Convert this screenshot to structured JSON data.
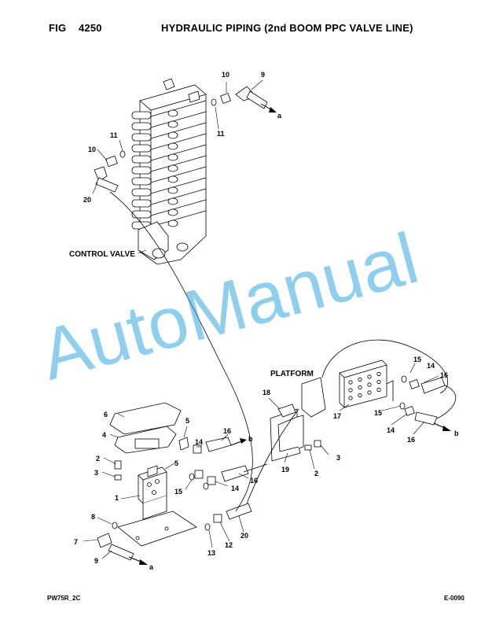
{
  "header": {
    "fig_label": "FIG",
    "fig_number": "4250",
    "title": "HYDRAULIC PIPING (2nd BOOM PPC VALVE LINE)"
  },
  "labels": {
    "control_valve": "CONTROL VALVE",
    "platform": "PLATFORM"
  },
  "watermark": "AutoManual",
  "part_numbers": {
    "p10_top": "10",
    "p9_top": "9",
    "a_top": "a",
    "p11_top": "11",
    "p11_left": "11",
    "p10_left": "10",
    "p20_top": "20",
    "p15_right_top": "15",
    "p14_right_top": "14",
    "p16_right_top": "16",
    "p17": "17",
    "p18": "18",
    "p15_right_mid": "15",
    "p14_right_mid": "14",
    "p16_right_mid": "16",
    "b_right": "b",
    "p3_right": "3",
    "p2_right": "2",
    "p19": "19",
    "p6": "6",
    "p4": "4",
    "p5_top": "5",
    "p16_mid": "16",
    "b_mid": "b",
    "p14_mid": "14",
    "p2_left": "2",
    "p5_mid": "5",
    "p3_left": "3",
    "p15_mid": "15",
    "p16_low": "16",
    "p14_low": "14",
    "p1": "1",
    "p8": "8",
    "p20_bottom": "20",
    "p7": "7",
    "p12": "12",
    "p13": "13",
    "p9_bottom": "9",
    "a_bottom": "a"
  },
  "footer": {
    "model": "PW75R_2C",
    "page_code": "E-0090"
  }
}
